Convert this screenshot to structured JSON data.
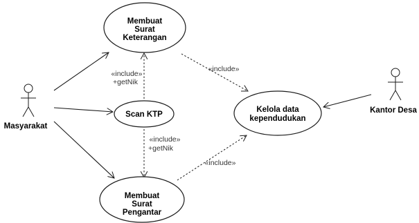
{
  "actors": {
    "masyarakat": "Masyarakat",
    "kantor_desa": "Kantor Desa"
  },
  "use_cases": {
    "keterangan": [
      "Membuat",
      "Surat",
      "Keterangan"
    ],
    "scan": [
      "Scan KTP"
    ],
    "kelola": [
      "Kelola data",
      "kependudukan"
    ],
    "pengantar": [
      "Membuat",
      "Surat",
      "Pengantar"
    ]
  },
  "relations": {
    "scan_to_keterangan": [
      "«include»",
      "+getNik"
    ],
    "scan_to_pengantar": [
      "«include»",
      "+getNik"
    ],
    "keterangan_to_kelola": [
      "«include»"
    ],
    "pengantar_to_kelola": [
      "«include»"
    ]
  },
  "colors": {
    "line": "#1a1a1a",
    "fill": "#ffffff"
  }
}
